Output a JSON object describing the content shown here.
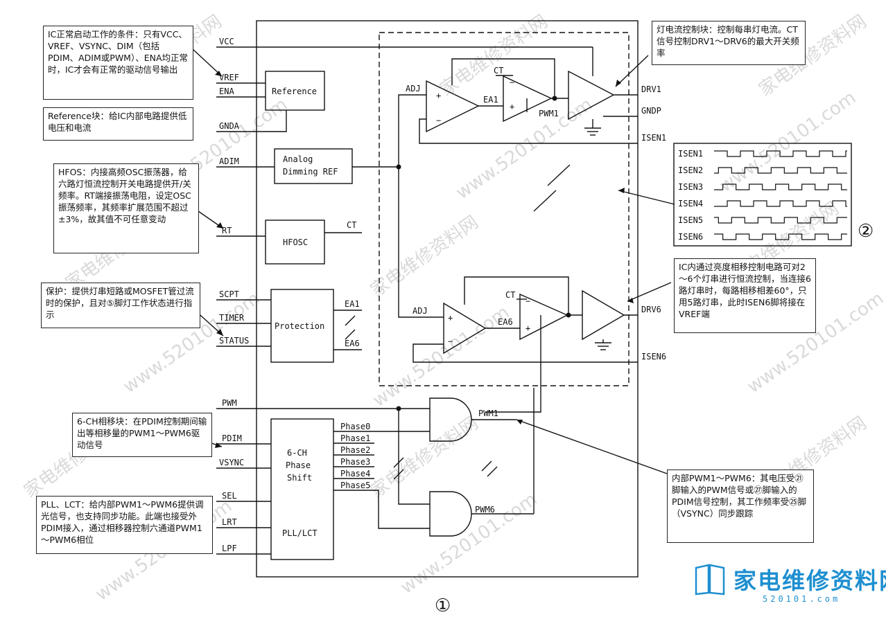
{
  "pins_left": [
    "VCC",
    "VREF",
    "ENA",
    "GNDA",
    "ADIM",
    "RT",
    "SCPT",
    "TIMER",
    "STATUS",
    "PWM",
    "PDIM",
    "VSYNC",
    "SEL",
    "LRT",
    "LPF"
  ],
  "pins_right": [
    "DRV1",
    "GNDP",
    "ISEN1",
    "DRV6",
    "ISEN6"
  ],
  "blocks": {
    "reference": "Reference",
    "analog_dimming_1": "Analog",
    "analog_dimming_2": "Dimming REF",
    "hfosc": "HFOSC",
    "protection": "Protection",
    "phase_shift_1": "6-CH",
    "phase_shift_2": "Phase",
    "phase_shift_3": "Shift",
    "pll": "PLL/LCT"
  },
  "signals": {
    "adj_top": "ADJ",
    "adj_bottom": "ADJ",
    "ea1": "EA1",
    "ea6": "EA6",
    "ct_top": "CT",
    "ct_bottom": "CT",
    "ct_hfosc": "CT",
    "pwm1_inner": "PWM1",
    "prot_ea1": "EA1",
    "prot_ea6": "EA6",
    "pwm1_out": "PWM1",
    "pwm6_out": "PWM6",
    "plus": "+",
    "minus": "−",
    "phases": [
      "Phase0",
      "Phase1",
      "Phase2",
      "Phase3",
      "Phase4",
      "Phase5"
    ]
  },
  "waveforms": {
    "labels": [
      "ISEN1",
      "ISEN2",
      "ISEN3",
      "ISEN4",
      "ISEN5",
      "ISEN6"
    ]
  },
  "markers": {
    "circle1": "①",
    "circle2": "②"
  },
  "notes": {
    "ic_conditions": "IC正常启动工作的条件：只有VCC、VREF、VSYNC、DIM（包括 PDIM、ADIM或PWM）、ENA均正常时，IC才会有正常的驱动信号输出",
    "reference": "Reference块：给IC内部电路提供低电压和电流",
    "hfos": "HFOS：内接高频OSC振荡器，给六路灯恒流控制开关电路提供开/关频率。RT端接振荡电阻，设定OSC振荡频率，其频率扩展范围不超过±3%，故其值不可任意变动",
    "protection": "保护：提供灯串短路或MOSFET管过流时的保护，且对⑤脚灯工作状态进行指示",
    "phase_shift": "6-CH相移块：在PDIM控制期间输出等相移量的PWM1～PWM6驱动信号",
    "pll": "PLL、LCT：给内部PWM1～PWM6提供调光信号，也支持同步功能。此端也接受外PDIM接入，通过相移器控制六通道PWM1～PWM6相位",
    "lamp_control": "灯电流控制块：控制每串灯电流。CT信号控制DRV1～DRV6的最大开关频率",
    "phase_control": "IC内通过亮度相移控制电路可对2～6个灯串进行恒流控制，当连接6路灯串时，每路相移相差60°，只用5路灯串，此时ISEN6脚将接在VREF端",
    "pwm_internal": "内部PWM1～PWM6：其电压受㉑脚输入的PWM信号或㉗脚输入的PDIM信号控制，其工作频率受㉕脚（VSYNC）同步跟踪"
  },
  "watermark": {
    "url": "www.520101.com",
    "cn": "家电维修资料网"
  },
  "logo": {
    "text": "家电维修资料网",
    "sub": "520101.com"
  }
}
